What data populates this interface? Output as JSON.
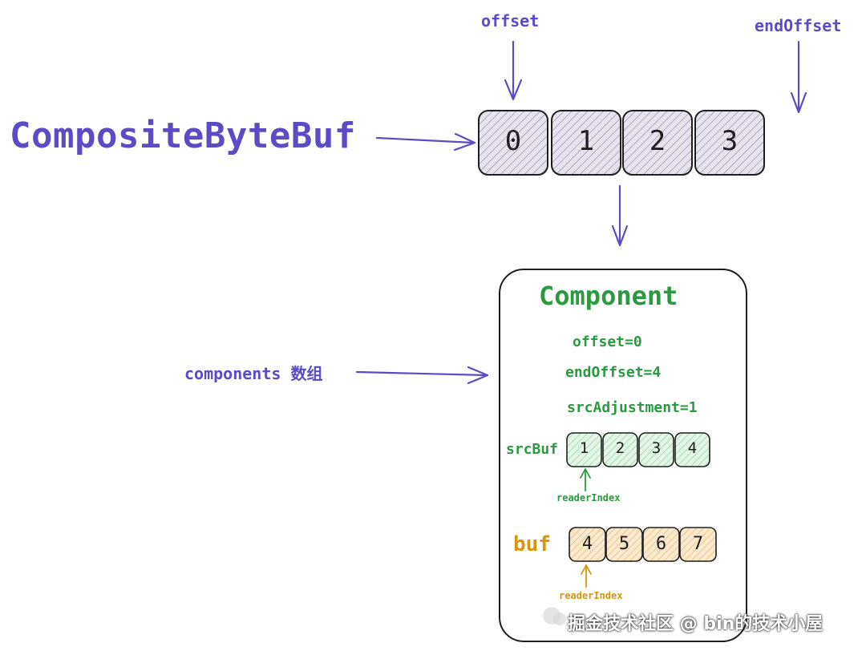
{
  "diagram": {
    "main_label": "CompositeByteBuf",
    "offset_label": "offset",
    "end_offset_label": "endOffset",
    "top_cells": [
      "0",
      "1",
      "2",
      "3"
    ],
    "components_label": "components 数组",
    "component": {
      "title": "Component",
      "offset": "offset=0",
      "end_offset": "endOffset=4",
      "src_adjustment": "srcAdjustment=1",
      "src_buf_label": "srcBuf",
      "src_buf_cells": [
        "1",
        "2",
        "3",
        "4"
      ],
      "src_reader_index": "readerIndex",
      "buf_label": "buf",
      "buf_cells": [
        "4",
        "5",
        "6",
        "7"
      ],
      "buf_reader_index": "readerIndex"
    }
  },
  "watermark": "掘金技术社区 @ bin的技术小屋",
  "colors": {
    "purple": "#5b4bc4",
    "green": "#2a9a3e",
    "orange": "#d9950b",
    "top_cell_fill": "#e3e0ec",
    "src_cell_fill": "#dff2e4",
    "buf_cell_fill": "#f5e4c8"
  }
}
